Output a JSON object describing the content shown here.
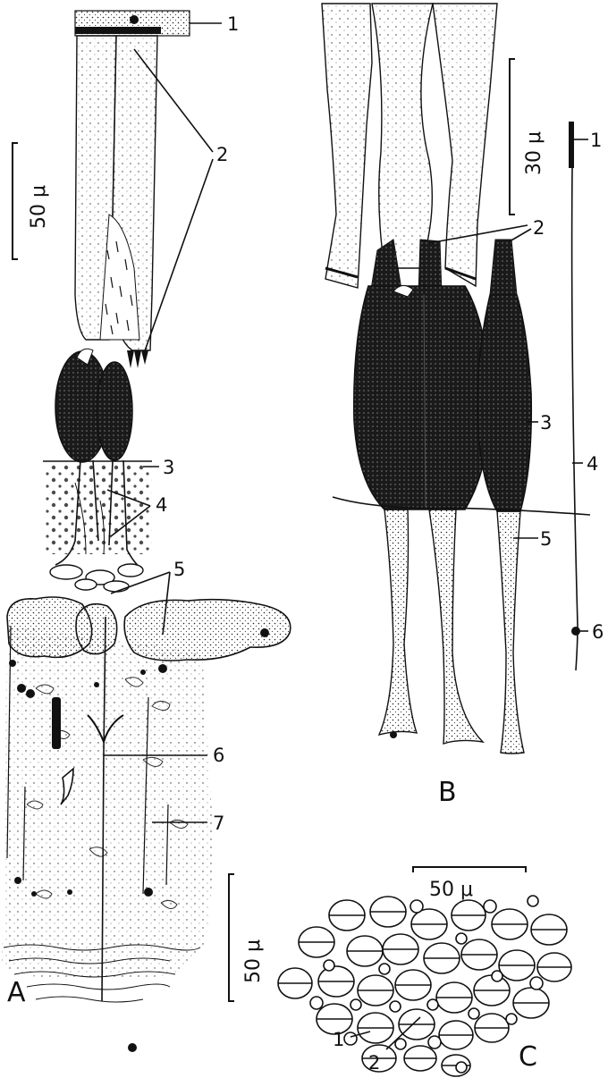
{
  "panels": {
    "a": "A",
    "b": "B",
    "c": "C"
  },
  "scale_bars": {
    "a_top": "50 μ",
    "a_bottom": "50 μ",
    "b": "30 μ",
    "c": "50 μ"
  },
  "labels_a": [
    "1",
    "2",
    "3",
    "4",
    "5",
    "6",
    "7"
  ],
  "labels_b": [
    "2",
    "3",
    "5"
  ],
  "labels_b_fiber": [
    "1",
    "4",
    "6"
  ],
  "labels_c": [
    "1",
    "2"
  ]
}
